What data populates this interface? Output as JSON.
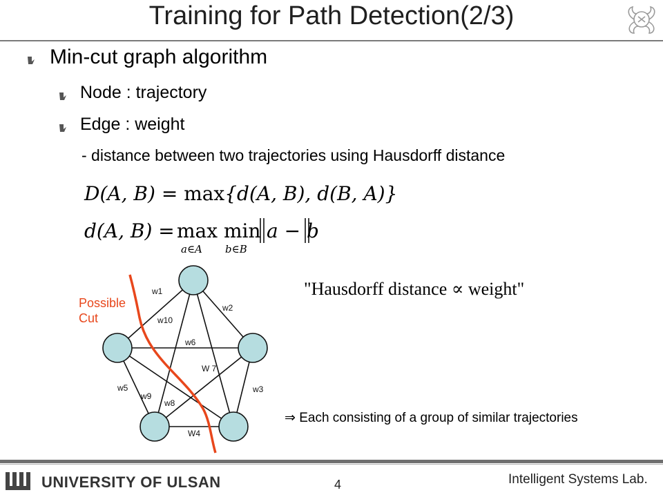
{
  "slide": {
    "title": "Training for Path Detection(2/3)",
    "bullets": {
      "main": "Min-cut graph algorithm",
      "node": "Node : trajectory",
      "edge": "Edge : weight",
      "sub": "- distance between two trajectories using Hausdorff distance"
    },
    "formulas": {
      "f1_lhs": "D(A, B)",
      "f1_eq": "=",
      "f1_max": "max",
      "f1_rhs": "{d(A, B), d(B, A)}",
      "f2_lhs": "d(A, B)",
      "f2_eq": "=",
      "f2_max": "max",
      "f2_max_sub": "a∈A",
      "f2_min": "min",
      "f2_min_sub": "b∈B",
      "f2_norm": "a − b",
      "quote": "\"Hausdorff  distance  ∝  weight\""
    },
    "graph": {
      "cut_label_line1": "Possible",
      "cut_label_line2": "Cut",
      "cut_color": "#e8471c",
      "node_fill": "#b6dde0",
      "edges": [
        "w1",
        "w2",
        "w3",
        "W4",
        "w5",
        "w6",
        "W 7",
        "w8",
        "w9",
        "w10"
      ]
    },
    "note": "⇒ Each consisting of a group of similar trajectories"
  },
  "footer": {
    "university": "UNIVERSITY OF ULSAN",
    "page_number": "4",
    "lab": "Intelligent Systems Lab."
  }
}
